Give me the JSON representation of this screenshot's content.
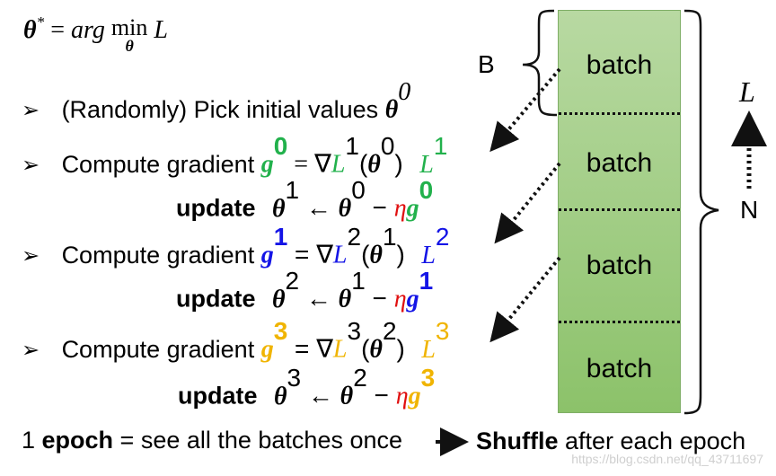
{
  "objective": {
    "theta": "θ",
    "star": "*",
    "equals": "=",
    "arg": "arg",
    "min": "min",
    "min_sub": "θ",
    "loss": "L"
  },
  "steps": [
    {
      "bullet": "➢",
      "text": "(Randomly) Pick initial values ",
      "theta": "θ",
      "sup": "0"
    },
    {
      "bullet": "➢",
      "text": "Compute gradient ",
      "g": "g",
      "g_sup": "0",
      "rhs": " = ∇",
      "L": "L",
      "L_sup": "1",
      "paren_open": "(",
      "theta": "θ",
      "theta_sup": "0",
      "paren_close": ")",
      "tag_L": "L",
      "tag_sup": "1",
      "color": "#22b14c"
    },
    {
      "bullet": "➢",
      "text": "Compute gradient ",
      "g": "g",
      "g_sup": "1",
      "rhs": " = ∇",
      "L": "L",
      "L_sup": "2",
      "paren_open": "(",
      "theta": "θ",
      "theta_sup": "1",
      "paren_close": ")",
      "tag_L": "L",
      "tag_sup": "2",
      "color": "#1414e6"
    },
    {
      "bullet": "➢",
      "text": "Compute gradient ",
      "g": "g",
      "g_sup": "3",
      "rhs": " = ∇",
      "L": "L",
      "L_sup": "3",
      "paren_open": "(",
      "theta": "θ",
      "theta_sup": "2",
      "paren_close": ")",
      "tag_L": "L",
      "tag_sup": "3",
      "color": "#f0b400"
    }
  ],
  "updates": [
    {
      "label": "update",
      "lhs": "θ",
      "lhs_sup": "1",
      "arrow": " ← ",
      "rhs": "θ",
      "rhs_sup": "0",
      "minus": " − ",
      "eta": "η",
      "g": "g",
      "g_sup": "0"
    },
    {
      "label": "update",
      "lhs": "θ",
      "lhs_sup": "2",
      "arrow": " ← ",
      "rhs": "θ",
      "rhs_sup": "1",
      "minus": " − ",
      "eta": "η",
      "g": "g",
      "g_sup": "1"
    },
    {
      "label": "update",
      "lhs": "θ",
      "lhs_sup": "3",
      "arrow": " ← ",
      "rhs": "θ",
      "rhs_sup": "2",
      "minus": " − ",
      "eta": "η",
      "g": "g",
      "g_sup": "3"
    }
  ],
  "batches": [
    "batch",
    "batch",
    "batch",
    "batch"
  ],
  "labels": {
    "B": "B",
    "N": "N",
    "L": "L"
  },
  "footer": {
    "prefix": "1 ",
    "epoch": "epoch",
    "middle": " = see all the batches once",
    "shuffle": "Shuffle",
    "suffix": " after each epoch"
  },
  "watermark": "https://blog.csdn.net/qq_43711697",
  "colors": {
    "batch_fill_top": "#b8d9a2",
    "batch_fill_bottom": "#8cc26a",
    "green": "#22b14c",
    "blue": "#1414e6",
    "gold": "#f0b400",
    "red": "#e01010"
  }
}
